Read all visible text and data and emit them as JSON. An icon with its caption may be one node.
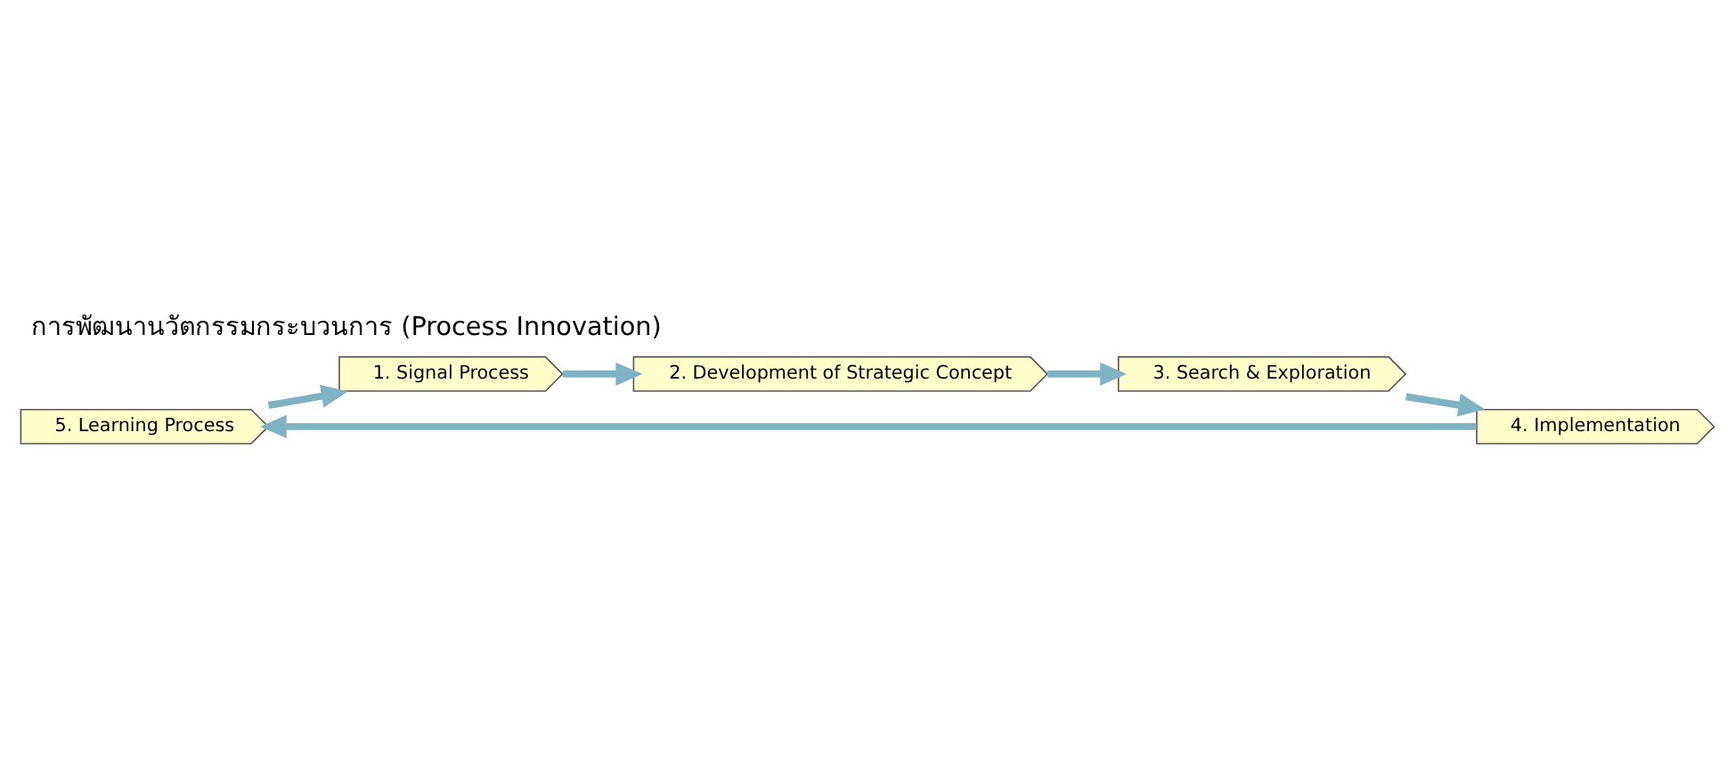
{
  "diagram": {
    "title": "การพัฒนานวัตกรรมกระบวนการ (Process Innovation)",
    "nodes": [
      {
        "text": [
          "5. Learning Process"
        ]
      },
      {
        "text": [
          "1. Signal Process"
        ]
      },
      {
        "text": [
          "4. Implementation"
        ]
      },
      {
        "text": [
          "2. Development of Strategic Concept"
        ]
      },
      {
        "text": [
          "3. Search & Exploration"
        ]
      }
    ],
    "edges": [
      {
        "from": 1,
        "to": 3,
        "arrow": "to"
      },
      {
        "from": 3,
        "to": 4,
        "arrow": "to"
      },
      {
        "from": 4,
        "to": 2,
        "arrow": "to"
      },
      {
        "from": 2,
        "to": 0,
        "arrow": "to"
      },
      {
        "from": 0,
        "to": 1,
        "arrow": "to"
      }
    ]
  }
}
